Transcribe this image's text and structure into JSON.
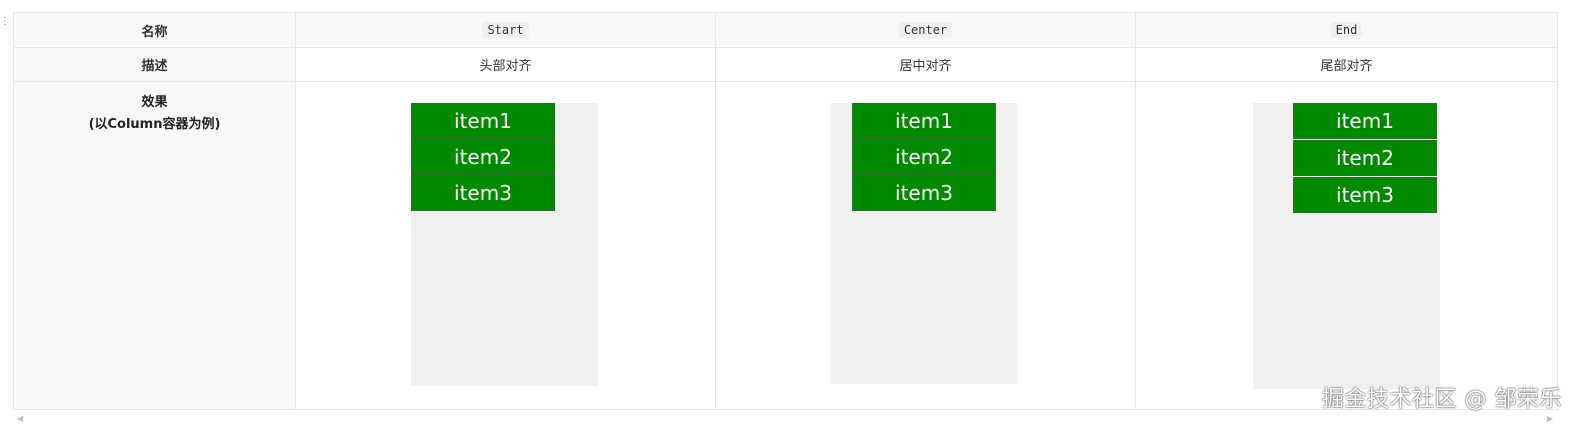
{
  "table": {
    "header": {
      "name_label": "名称",
      "col_start": "Start",
      "col_center": "Center",
      "col_end": "End"
    },
    "desc_row": {
      "label": "描述",
      "start": "头部对齐",
      "center": "居中对齐",
      "end": "尾部对齐"
    },
    "effect_row": {
      "label_line1": "效果",
      "label_line2": "(以Column容器为例)"
    }
  },
  "demo": {
    "items": [
      "item1",
      "item2",
      "item3"
    ]
  },
  "colors": {
    "item_fill": "#008a00",
    "item_border": "#2c6e2c",
    "container_fill": "#efefef",
    "grid_border": "#e6e6e6"
  },
  "watermark": "掘金技术社区 @ 邹荣乐"
}
